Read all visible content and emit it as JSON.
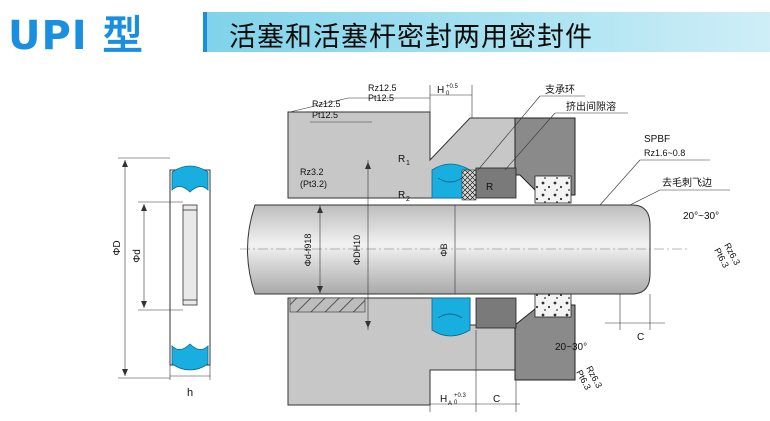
{
  "header": {
    "badge": "UPI 型",
    "title": "活塞和活塞杆密封两用密封件"
  },
  "colors": {
    "seal_blue": "#19aee0",
    "header_blue": "#1a8fe0",
    "steel_gray": "#c9c9c9",
    "rod_gray": "#d4d4d4",
    "dark_ring": "#7a7a7a"
  },
  "labels": {
    "rz12_5_a": "Rz12.5",
    "pt12_5_a": "Pt12.5",
    "rz12_5_b": "Rz12.5",
    "pt12_5_b": "Pt12.5",
    "h_top": "H",
    "h_top_sub": "+0.5",
    "h_top_sub2": "0",
    "support_ring": "支承环",
    "extrusion_gap": "挤出间隙溶",
    "spbf": "SPBF",
    "rz_fine": "Rz1.6~0.8",
    "deburr": "去毛刺飞边",
    "angle_top": "20°~30°",
    "rz6_3_r": "Rz6.3",
    "pt6_3_r": "Pt6.3",
    "r1": "R",
    "r1_sub": "1",
    "r2": "R",
    "r2_sub": "2",
    "r": "R",
    "rz3_2": "Rz3.2",
    "pt3_2": "(Pt3.2)",
    "dia_d_rod": "Φd-f918",
    "dia_dh10": "ΦDH10",
    "dia_b": "ΦB",
    "dia_D": "ΦD",
    "dia_d": "Φd",
    "h": "h",
    "c_right": "C",
    "angle_bottom": "20~30°",
    "rz6_3_b": "Rz6.3",
    "pt6_3_b": "Pt6.3",
    "ha": "H",
    "ha_sub": "A",
    "ha_sup": "+0.3",
    "ha_sup2": "0",
    "c_bottom": "C"
  }
}
